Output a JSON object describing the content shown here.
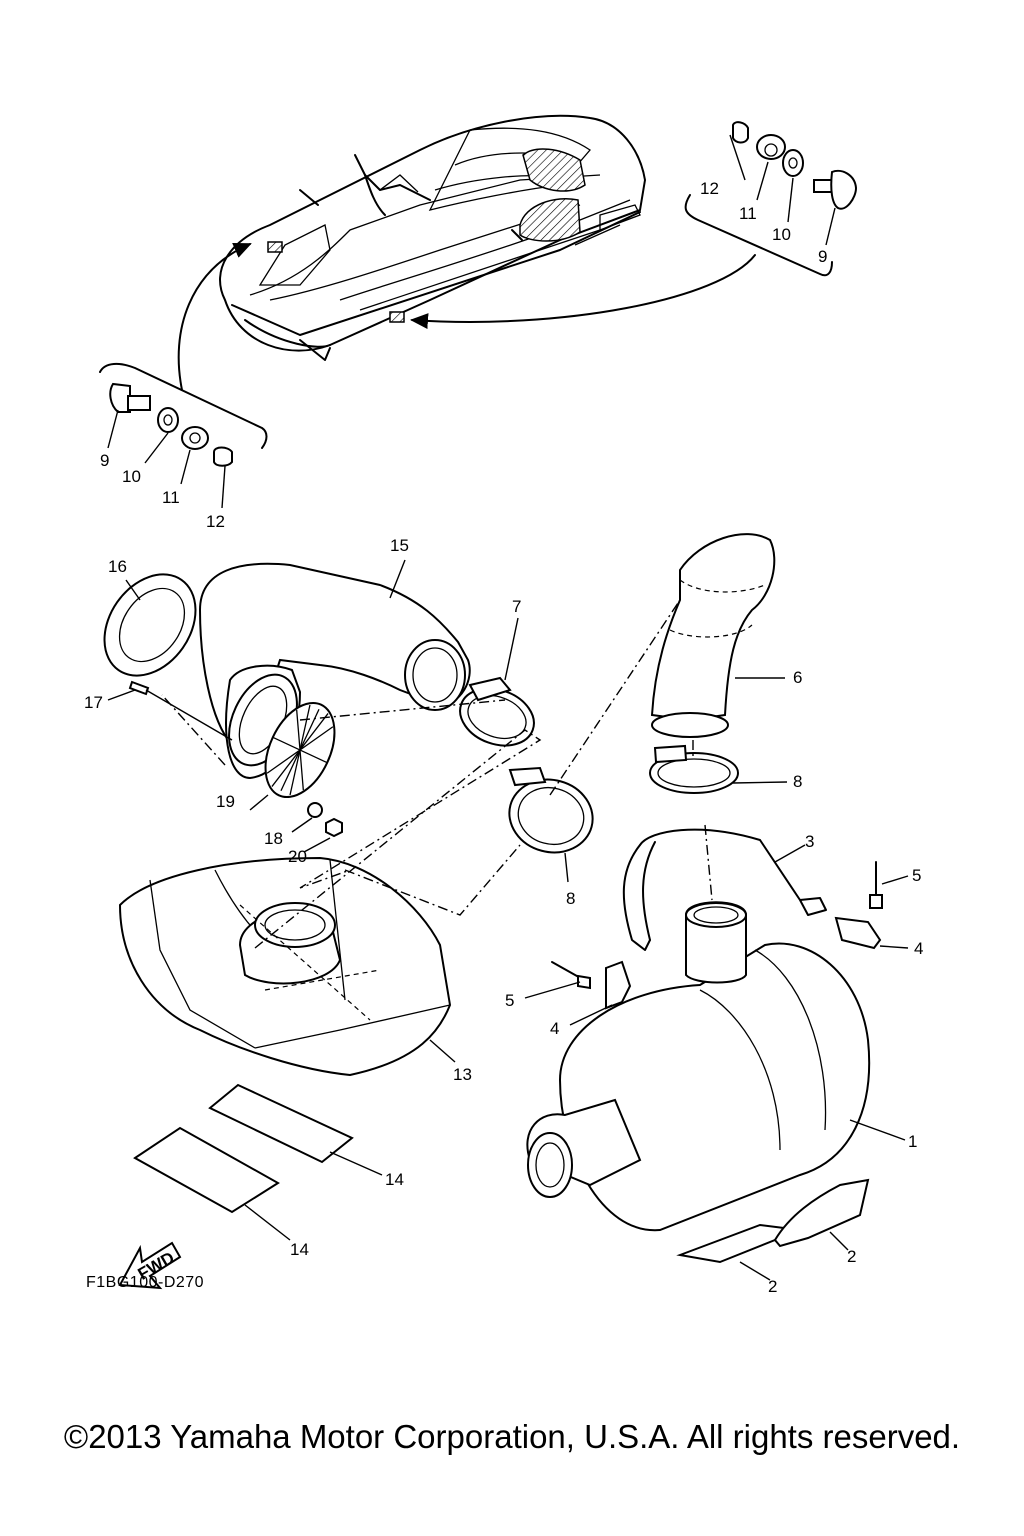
{
  "diagram": {
    "code": "F1BG100-D270",
    "copyright": "©2013 Yamaha Motor Corporation, U.S.A. All rights reserved.",
    "fwd_label": "FWD",
    "callouts": {
      "c1": "1",
      "c2a": "2",
      "c2b": "2",
      "c3": "3",
      "c4a": "4",
      "c4b": "4",
      "c5a": "5",
      "c5b": "5",
      "c6": "6",
      "c7": "7",
      "c8a": "8",
      "c8b": "8",
      "c9a": "9",
      "c9b": "9",
      "c10a": "10",
      "c10b": "10",
      "c11a": "11",
      "c11b": "11",
      "c12a": "12",
      "c12b": "12",
      "c13": "13",
      "c14a": "14",
      "c14b": "14",
      "c15": "15",
      "c16": "16",
      "c17": "17",
      "c18": "18",
      "c19": "19",
      "c20": "20"
    }
  }
}
